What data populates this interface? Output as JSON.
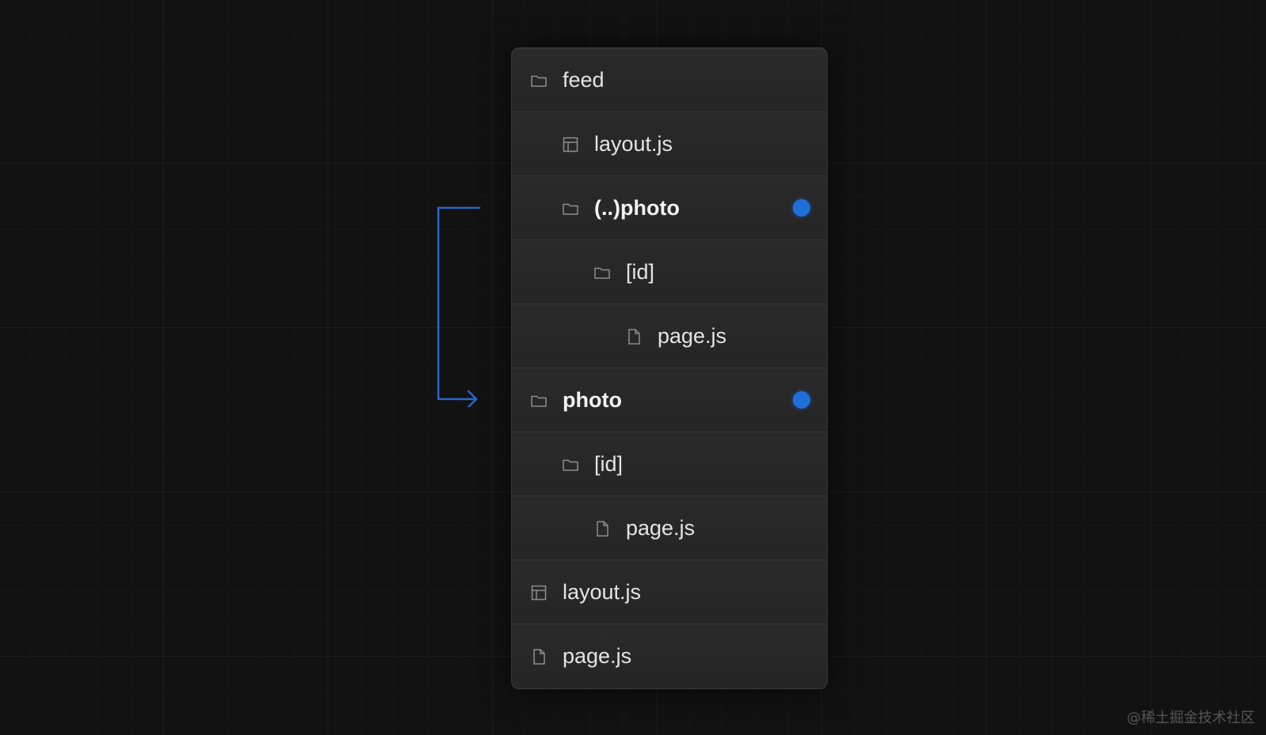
{
  "tree": {
    "rows": [
      {
        "label": "feed",
        "icon": "folder-icon",
        "indent": 0,
        "bold": false,
        "marker": false
      },
      {
        "label": "layout.js",
        "icon": "layout-icon",
        "indent": 1,
        "bold": false,
        "marker": false
      },
      {
        "label": "(..)photo",
        "icon": "folder-icon",
        "indent": 1,
        "bold": true,
        "marker": true
      },
      {
        "label": "[id]",
        "icon": "folder-icon",
        "indent": 2,
        "bold": false,
        "marker": false
      },
      {
        "label": "page.js",
        "icon": "file-icon",
        "indent": 3,
        "bold": false,
        "marker": false
      },
      {
        "label": "photo",
        "icon": "folder-icon",
        "indent": 0,
        "bold": true,
        "marker": true
      },
      {
        "label": "[id]",
        "icon": "folder-icon",
        "indent": 1,
        "bold": false,
        "marker": false
      },
      {
        "label": "page.js",
        "icon": "file-icon",
        "indent": 2,
        "bold": false,
        "marker": false
      },
      {
        "label": "layout.js",
        "icon": "layout-icon",
        "indent": 0,
        "bold": false,
        "marker": false
      },
      {
        "label": "page.js",
        "icon": "file-icon",
        "indent": 0,
        "bold": false,
        "marker": false
      }
    ]
  },
  "colors": {
    "marker": "#1f6fd9",
    "arrow": "#2a66c9"
  },
  "watermark": "@稀土掘金技术社区"
}
